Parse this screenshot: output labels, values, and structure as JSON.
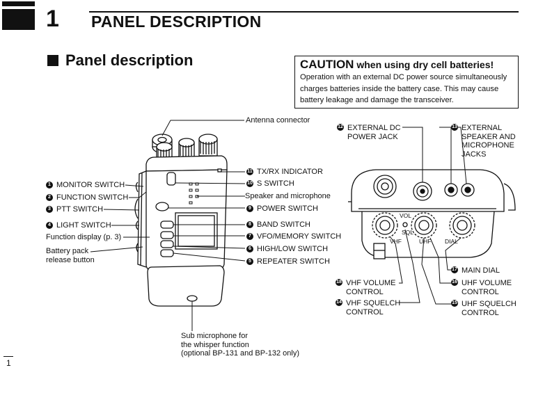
{
  "chapter": {
    "number": "1",
    "title": "PANEL DESCRIPTION"
  },
  "section": {
    "title": "Panel description"
  },
  "caution": {
    "heading_main": "CAUTION",
    "heading_rest": " when using dry cell batteries!",
    "body": "Operation with an external DC power source simultaneously charges batteries inside the battery case.  This may cause battery leakage and damage the transceiver."
  },
  "labels": {
    "antenna": "Antenna connector",
    "speaker_mic": "Speaker and microphone",
    "battery_release": "Battery pack\nrelease button",
    "function_display": "Function display (p. 3)",
    "sub_mic": "Sub microphone for\nthe whisper function\n(optional BP-131 and BP-132 only)"
  },
  "callouts": [
    {
      "n": "1",
      "label": "MONITOR SWITCH"
    },
    {
      "n": "2",
      "label": "FUNCTION SWITCH"
    },
    {
      "n": "3",
      "label": "PTT SWITCH"
    },
    {
      "n": "4",
      "label": "LIGHT SWITCH"
    },
    {
      "n": "5",
      "label": "REPEATER SWITCH"
    },
    {
      "n": "6",
      "label": "HIGH/LOW SWITCH"
    },
    {
      "n": "7",
      "label": "VFO/MEMORY SWITCH"
    },
    {
      "n": "8",
      "label": "BAND SWITCH"
    },
    {
      "n": "9",
      "label": "POWER SWITCH"
    },
    {
      "n": "10",
      "label": "S SWITCH"
    },
    {
      "n": "11",
      "label": "TX/RX INDICATOR"
    },
    {
      "n": "12",
      "label": "EXTERNAL DC\nPOWER JACK"
    },
    {
      "n": "13",
      "label": "EXTERNAL\nSPEAKER AND\nMICROPHONE\nJACKS"
    },
    {
      "n": "14",
      "label": "VHF SQUELCH\nCONTROL"
    },
    {
      "n": "15",
      "label": "UHF SQUELCH\nCONTROL"
    },
    {
      "n": "16",
      "label": "UHF VOLUME\nCONTROL"
    },
    {
      "n": "17",
      "label": "MAIN DIAL"
    },
    {
      "n": "18",
      "label": "VHF VOLUME\nCONTROL"
    }
  ],
  "top_panel_marks": {
    "vol": "VOL",
    "sql": "SQL",
    "vhf": "VHF",
    "uhf": "UHF",
    "dial": "DIAL"
  },
  "page_number": "1"
}
